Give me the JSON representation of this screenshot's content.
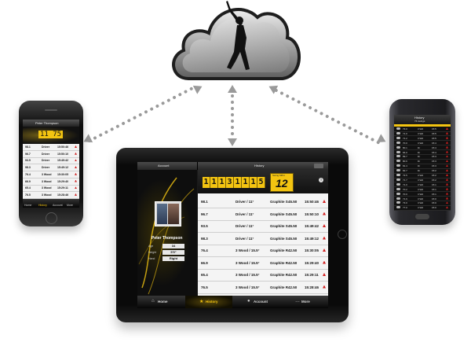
{
  "colors": {
    "accent": "#f3c411",
    "arrow": "#9a9a9a",
    "flag": "#d21e1e"
  },
  "cloud": {
    "icon": "golfer-icon"
  },
  "ipad": {
    "tabs": {
      "account": "Account",
      "history": "History"
    },
    "profile": {
      "name": "Peter Thompson",
      "fields": [
        {
          "label": "Age",
          "value": "34"
        },
        {
          "label": "Height",
          "value": "5'9\""
        },
        {
          "label": "Hand",
          "value": "Right"
        }
      ]
    },
    "digits": [
      "1",
      "1",
      "1",
      "3",
      "1",
      "1",
      "1",
      "5"
    ],
    "speed": {
      "label": "Swing MPH",
      "value": "12"
    },
    "rows": [
      {
        "mph": "98.1",
        "club": "Driver / 11°",
        "shaft": "Graphite S",
        "ball": "45.50",
        "time": "15:50:46"
      },
      {
        "mph": "96.7",
        "club": "Driver / 11°",
        "shaft": "Graphite S",
        "ball": "45.50",
        "time": "15:50:10"
      },
      {
        "mph": "93.5",
        "club": "Driver / 11°",
        "shaft": "Graphite S",
        "ball": "45.50",
        "time": "15:49:42"
      },
      {
        "mph": "98.3",
        "club": "Driver / 11°",
        "shaft": "Graphite S",
        "ball": "45.50",
        "time": "15:49:12"
      },
      {
        "mph": "76.4",
        "club": "3 Wood / 15.5°",
        "shaft": "Graphite R",
        "ball": "42.50",
        "time": "15:30:05"
      },
      {
        "mph": "66.9",
        "club": "3 Wood / 15.5°",
        "shaft": "Graphite R",
        "ball": "42.50",
        "time": "15:29:40"
      },
      {
        "mph": "65.4",
        "club": "3 Wood / 15.5°",
        "shaft": "Graphite R",
        "ball": "42.50",
        "time": "15:29:11"
      },
      {
        "mph": "76.5",
        "club": "3 Wood / 15.5°",
        "shaft": "Graphite R",
        "ball": "42.50",
        "time": "15:28:46"
      }
    ],
    "nav": [
      {
        "label": "Home",
        "icon": "home-icon"
      },
      {
        "label": "History",
        "icon": "star-icon",
        "active": true
      },
      {
        "label": "Account",
        "icon": "person-icon"
      },
      {
        "label": "More",
        "icon": "more-icon"
      }
    ]
  },
  "iphone": {
    "title": "Peter Thompson",
    "digits": "11 75",
    "rows": [
      {
        "mph": "98.1",
        "club": "Driver",
        "time": "15:50:46"
      },
      {
        "mph": "96.7",
        "club": "Driver",
        "time": "15:50:10"
      },
      {
        "mph": "93.5",
        "club": "Driver",
        "time": "15:49:42"
      },
      {
        "mph": "98.3",
        "club": "Driver",
        "time": "15:49:12"
      },
      {
        "mph": "76.4",
        "club": "3 Wood",
        "time": "15:30:05"
      },
      {
        "mph": "66.9",
        "club": "3 Wood",
        "time": "15:29:40"
      },
      {
        "mph": "65.4",
        "club": "3 Wood",
        "time": "15:29:11"
      },
      {
        "mph": "76.5",
        "club": "3 Wood",
        "time": "15:28:46"
      }
    ],
    "nav": [
      "Home",
      "History",
      "Account",
      "More"
    ]
  },
  "android": {
    "title": "History",
    "subtitle": "74 swings",
    "rows": [
      {
        "mph": "73.0",
        "club": "3 Wd",
        "val": "15:5"
      },
      {
        "mph": "71.0",
        "club": "3 Wd",
        "val": "15:5"
      },
      {
        "mph": "71.2",
        "club": "3 Wd",
        "val": "15:5"
      },
      {
        "mph": "70.0",
        "club": "3 Wd",
        "val": "15:4"
      },
      {
        "mph": "80.1",
        "club": "Dr",
        "val": "15:4"
      },
      {
        "mph": "84.0",
        "club": "Dr",
        "val": "15:4"
      },
      {
        "mph": "89.7",
        "club": "Dr",
        "val": "15:3"
      },
      {
        "mph": "80.6",
        "club": "Dr",
        "val": "15:3"
      },
      {
        "mph": "81.4",
        "club": "Dr",
        "val": "15:3"
      },
      {
        "mph": "82.7",
        "club": "Dr",
        "val": "15:2"
      },
      {
        "mph": "73.5",
        "club": "3 Wd",
        "val": "15:2"
      },
      {
        "mph": "71.7",
        "club": "3 Wd",
        "val": "15:2"
      },
      {
        "mph": "71.0",
        "club": "3 Wd",
        "val": "15:1"
      },
      {
        "mph": "70.2",
        "club": "3 Wd",
        "val": "15:1"
      },
      {
        "mph": "70.0",
        "club": "3 Wd",
        "val": "15:1"
      },
      {
        "mph": "71.9",
        "club": "3 Wd",
        "val": "15:0"
      },
      {
        "mph": "73.0",
        "club": "3 Wd",
        "val": "15:0"
      },
      {
        "mph": "77.0",
        "club": "3 Wd",
        "val": "15:0"
      }
    ]
  }
}
